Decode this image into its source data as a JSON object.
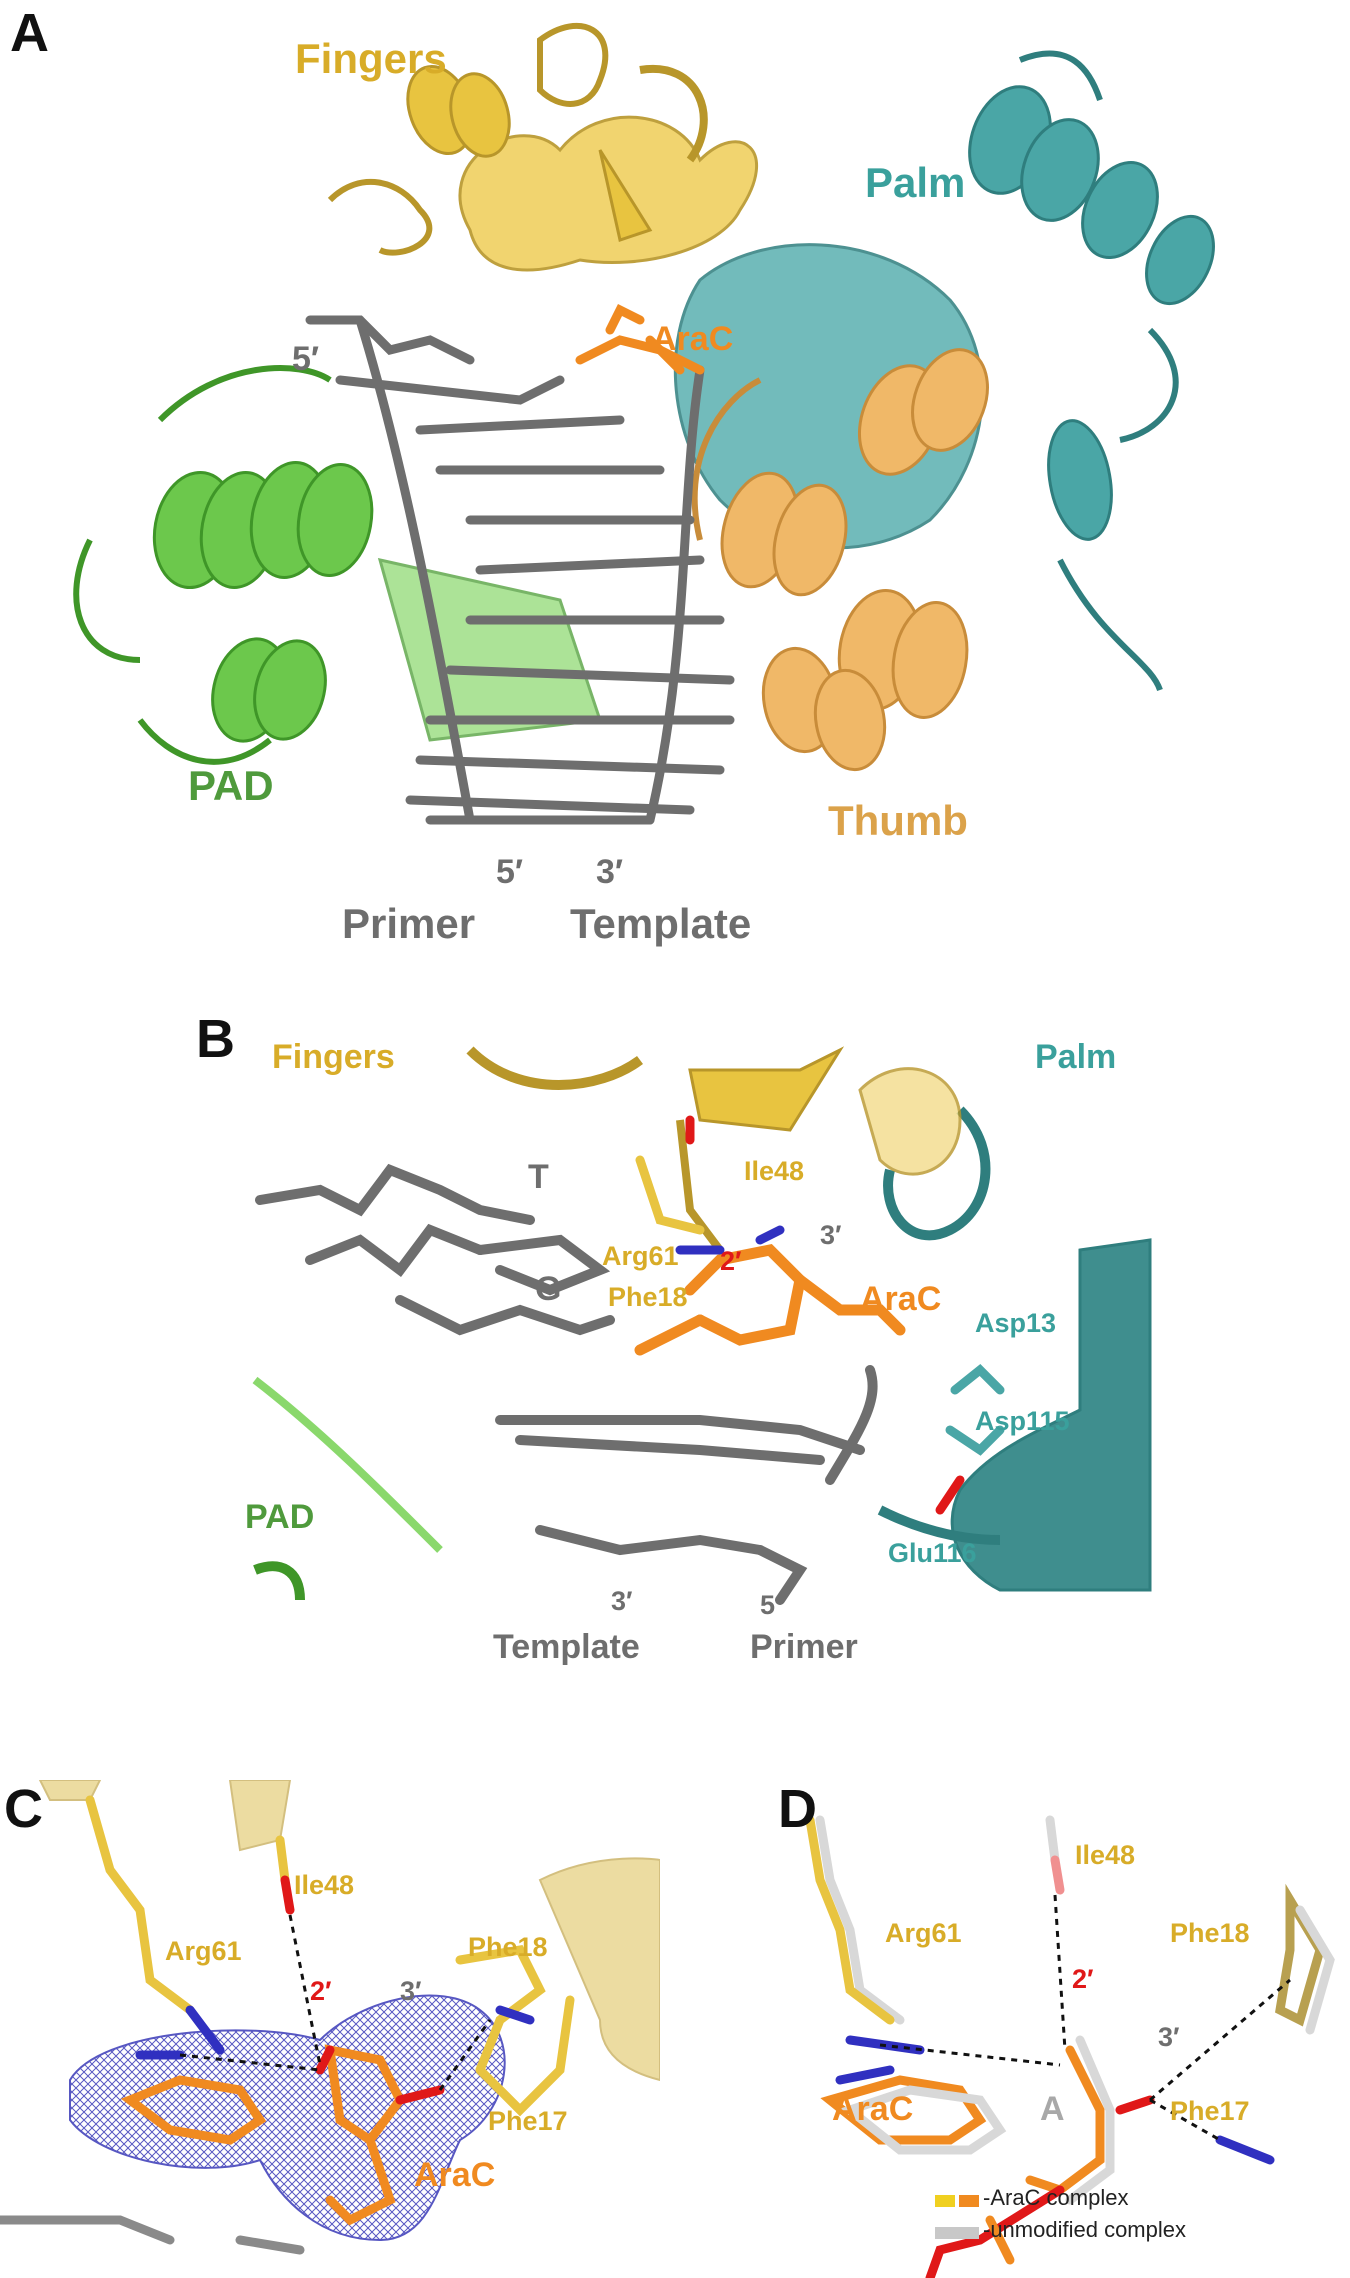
{
  "panels": {
    "a": {
      "letter": "A",
      "labels": {
        "fingers": "Fingers",
        "palm": "Palm",
        "arac": "AraC",
        "pad": "PAD",
        "thumb": "Thumb",
        "five_prime_top": "5′",
        "five_prime_bottom": "5′",
        "three_prime_bottom": "3′",
        "primer": "Primer",
        "template": "Template"
      }
    },
    "b": {
      "letter": "B",
      "labels": {
        "fingers": "Fingers",
        "palm": "Palm",
        "t": "T",
        "g": "G",
        "ile48": "Ile48",
        "arg61": "Arg61",
        "two_prime": "2′",
        "three_prime": "3′",
        "phe18": "Phe18",
        "arac": "AraC",
        "asp13": "Asp13",
        "asp115": "Asp115",
        "glu116": "Glu116",
        "pad": "PAD",
        "three_prime_bottom": "3′",
        "five_prime_bottom": "5′",
        "template": "Template",
        "primer": "Primer"
      }
    },
    "c": {
      "letter": "C",
      "labels": {
        "ile48": "Ile48",
        "arg61": "Arg61",
        "two_prime": "2′",
        "three_prime": "3′",
        "phe18": "Phe18",
        "phe17": "Phe17",
        "arac": "AraC"
      }
    },
    "d": {
      "letter": "D",
      "labels": {
        "ile48": "Ile48",
        "arg61": "Arg61",
        "two_prime": "2′",
        "three_prime": "3′",
        "phe18": "Phe18",
        "phe17": "Phe17",
        "arac": "AraC",
        "a": "A"
      },
      "legend": [
        {
          "text": "-AraC complex",
          "colors": [
            "#f0d020",
            "#f08a20"
          ]
        },
        {
          "text": "-unmodified complex",
          "colors": [
            "#c8c8c8",
            "#c8c8c8"
          ]
        }
      ]
    }
  },
  "colors": {
    "fingers": "#e8c440",
    "palm": "#4aa6a6",
    "thumb": "#f0b868",
    "pad": "#6cc84c",
    "dna": "#6e6e6e",
    "arac": "#f08a20",
    "density_mesh": "#3a3ab8",
    "oxygen": "#e01818",
    "nitrogen": "#3030c0"
  }
}
